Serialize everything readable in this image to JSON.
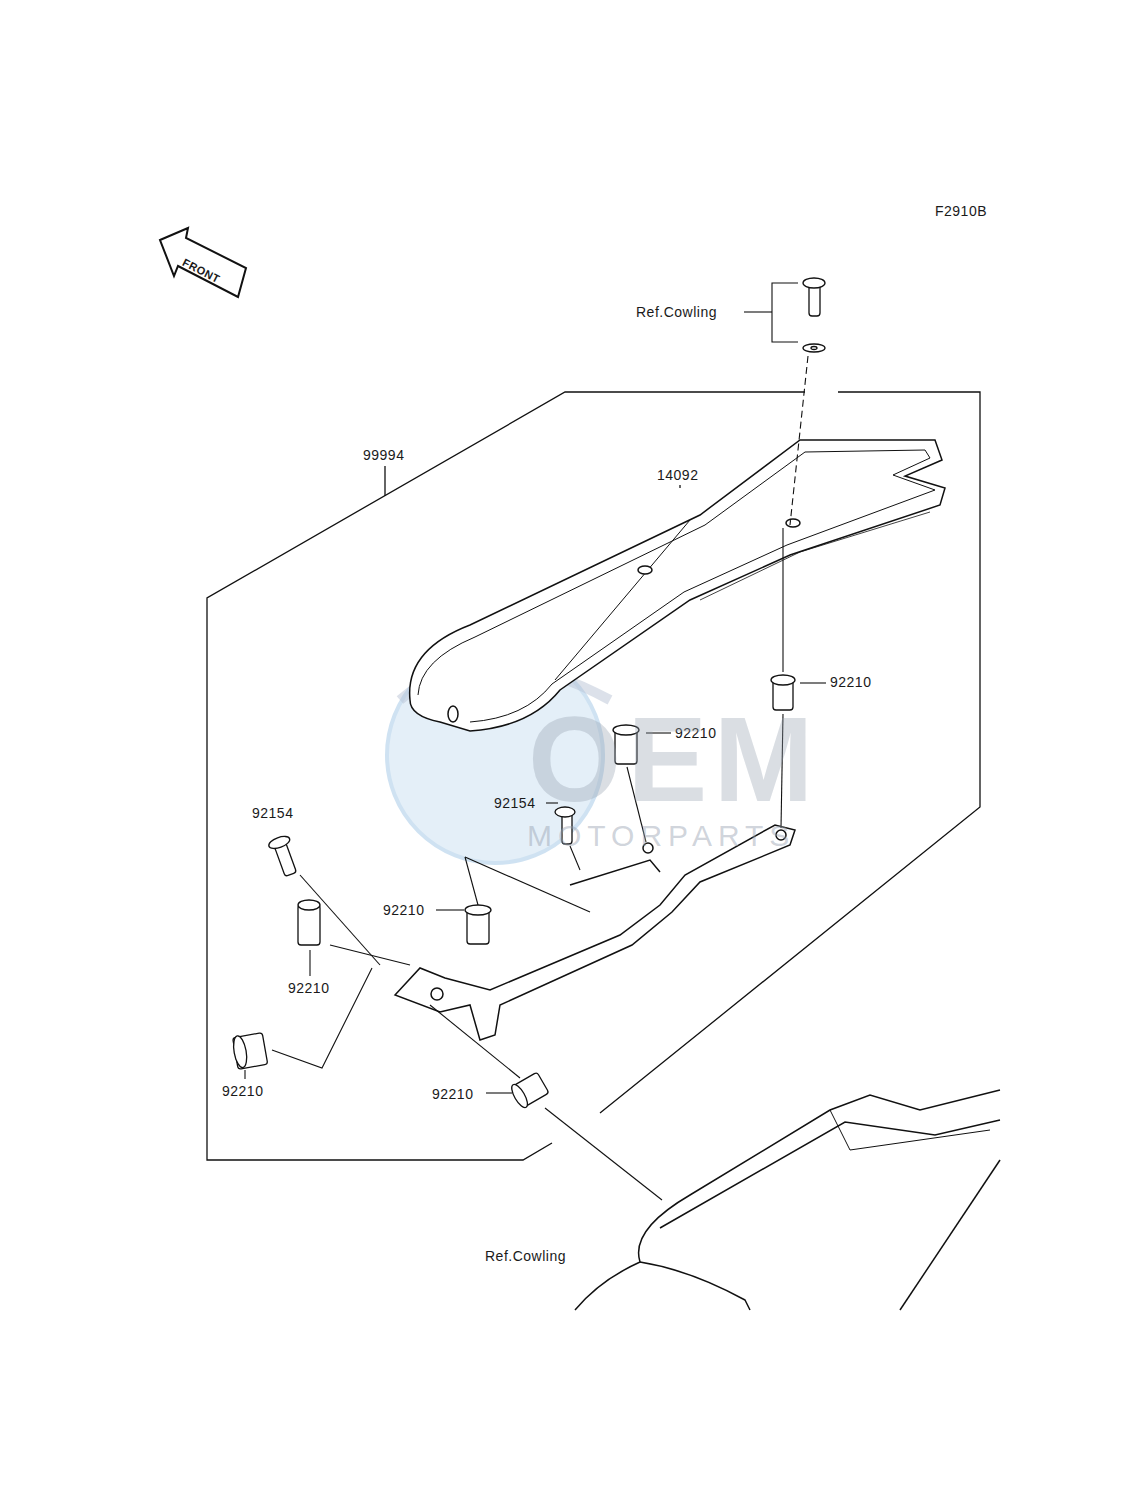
{
  "diagram": {
    "labels": [
      "F2910B",
      "FRONT",
      "Ref.Cowling",
      "99994",
      "14092",
      "92210",
      "92210",
      "92154",
      "92154",
      "92210",
      "92210",
      "92210",
      "92210",
      "Ref.Cowling",
      "OEM",
      "MOTORPARTS"
    ]
  }
}
